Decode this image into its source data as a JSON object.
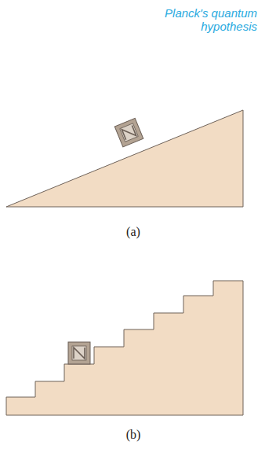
{
  "diagram": {
    "labels": [
      "Planck's quantum hypothesis",
      "(a)",
      "(b)"
    ]
  }
}
